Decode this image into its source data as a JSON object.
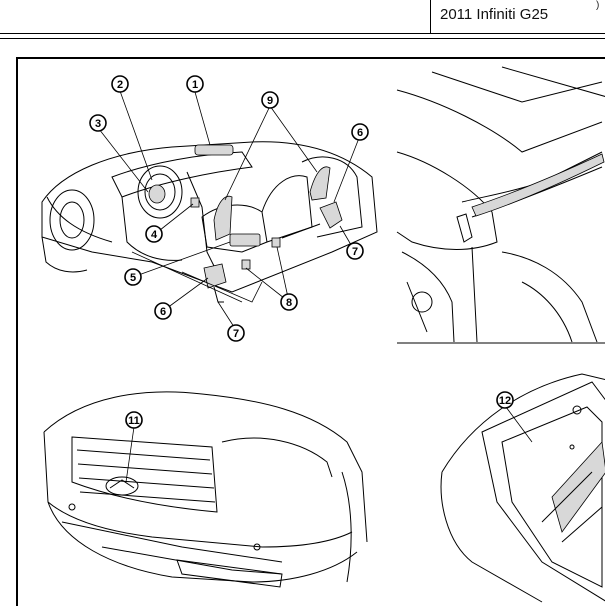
{
  "header": {
    "vehicle": "2011 Infiniti G25",
    "corner_mark": ")"
  },
  "figure": {
    "callouts": [
      "1",
      "2",
      "3",
      "4",
      "5",
      "6",
      "7",
      "8",
      "9",
      "6",
      "7",
      "11",
      "12"
    ]
  }
}
